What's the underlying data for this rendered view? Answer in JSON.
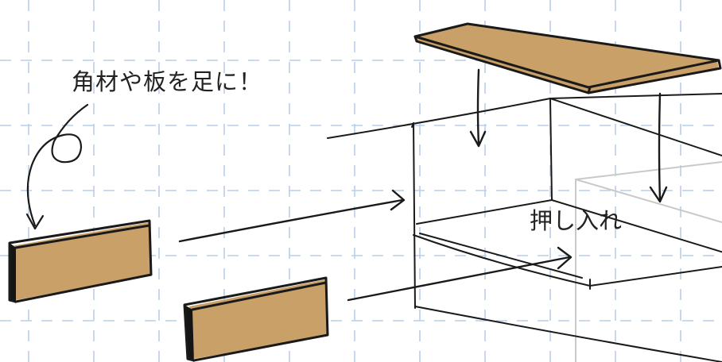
{
  "labels": {
    "legs_note": "角材や板を足に！",
    "closet": "押し入れ"
  },
  "colors": {
    "wood": "#C8A068",
    "wood_edge": "#151515",
    "grid": "#B9CFEA",
    "ink": "#1A1A1A",
    "faint_line": "#C9C9C9",
    "background": "#FFFFFF"
  },
  "icons": {
    "top_board": "wood-plank",
    "leg_board_left": "wood-plank",
    "leg_board_right": "wood-plank",
    "down_arrows": "arrow-down",
    "side_arrows": "arrow-right",
    "curly_pointer": "loop-arrow"
  }
}
